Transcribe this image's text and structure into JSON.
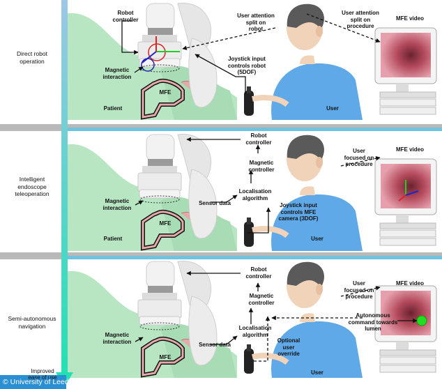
{
  "panels": [
    {
      "side_label": "Direct robot\noperation",
      "labels": {
        "robot_controller": "Robot\ncontroller",
        "magnetic_interaction": "Magnetic\ninteraction",
        "mfe": "MFE",
        "patient": "Patient",
        "user": "User",
        "attention_robot": "User attention\nsplit on\nrobot",
        "attention_procedure": "User attention\nsplit on\nprocedure",
        "joystick": "Joystick input\ncontrols robot\n(5DOF)",
        "mfe_video": "MFE video"
      }
    },
    {
      "side_label": "Intelligent\nendoscope\nteleoperation",
      "labels": {
        "robot_controller": "Robot\ncontroller",
        "magnetic_controller": "Magnetic\ncontroller",
        "localisation": "Localisation\nalgorithm",
        "sensor_data": "Sensor data",
        "magnetic_interaction": "Magnetic\ninteraction",
        "mfe": "MFE",
        "patient": "Patient",
        "user": "User",
        "focused": "User\nfocused on\nprocedure",
        "joystick": "Joystick input\ncontrols MFE\ncamera (3DOF)",
        "mfe_video": "MFE video"
      }
    },
    {
      "side_label": "Semi-autonomous\nnavigation",
      "labels": {
        "robot_controller": "Robot\ncontroller",
        "magnetic_controller": "Magnetic\ncontroller",
        "localisation": "Localisation\nalgorithm",
        "sensor_data": "Sensor data",
        "magnetic_interaction": "Magnetic\ninteraction",
        "mfe": "MFE",
        "user": "User",
        "focused": "User\nfocused on\nprocedure",
        "override": "Optional\nuser\noverride",
        "autonomous": "Autonomous\ncommand towards\nlumen",
        "mfe_video": "MFE video"
      }
    }
  ],
  "arrow_label": "Improved\nease of use",
  "footer": "© University of Leeds",
  "colors": {
    "panel_divider": "#b9b9b9",
    "panel_divider_edge": "#6fc3df",
    "patient_green": "#b8e6c3",
    "robot": "#ececec",
    "shirt": "#5fa9e8",
    "skin": "#f0d3b8",
    "hair": "#5a5a5a",
    "colon": "#e6a9a9",
    "arrow_top": "#9cc7e6",
    "arrow_bottom": "#23e0b3",
    "green_dot": "#22dd22"
  }
}
